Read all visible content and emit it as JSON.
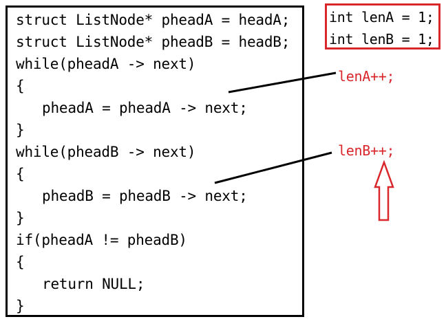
{
  "code_lines": [
    "struct ListNode* pheadA = headA;",
    "struct ListNode* pheadB = headB;",
    "while(pheadA -> next)",
    "{",
    "pheadA = pheadA -> next;",
    "}",
    "while(pheadB -> next)",
    "{",
    "pheadB = pheadB -> next;",
    "}",
    "if(pheadA != pheadB)",
    "{",
    "return NULL;",
    "}"
  ],
  "declarations": [
    "int lenA = 1;",
    "int lenB = 1;"
  ],
  "annotations": [
    "lenA++;",
    "lenB++;"
  ],
  "colors": {
    "accent": "#d9262b",
    "text": "#000000"
  }
}
